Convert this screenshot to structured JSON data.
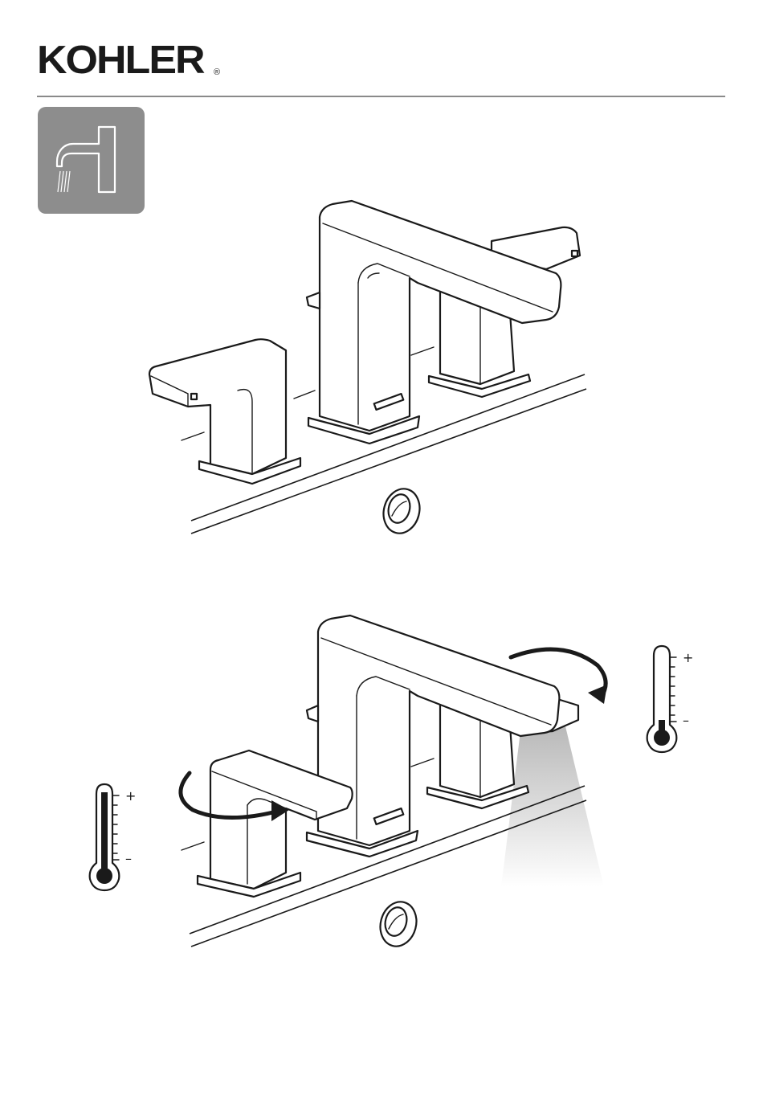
{
  "brand": {
    "name": "KOHLER",
    "registered": "®"
  },
  "icons": {
    "header_badge": "faucet-water-flow-icon",
    "cold_thermometer": "thermometer-icon",
    "hot_thermometer": "thermometer-icon",
    "drain": "drain-icon"
  },
  "steps": [
    {
      "id": "step-1",
      "state": "faucet-off"
    },
    {
      "id": "step-2",
      "state": "handles-turned-water-flowing"
    }
  ],
  "thermometer_left": {
    "plus": "+",
    "minus": "–"
  },
  "thermometer_right": {
    "plus": "+",
    "minus": "–"
  },
  "colors": {
    "ink": "#1a1a1a",
    "badge": "#8d8d8d",
    "rule": "#8a8a8a"
  }
}
